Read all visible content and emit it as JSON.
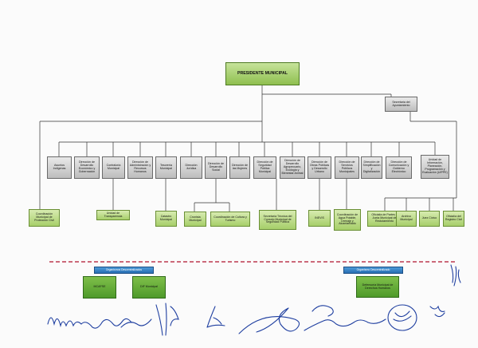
{
  "top": {
    "presidente": "PRESIDENTE MUNICIPAL",
    "secretaria": "Secretaría del Ayuntamiento"
  },
  "dept": [
    "Asuntos Indígenas",
    "Dirección de Desarrollo Económico y Gobernación",
    "Contraloría Municipal",
    "Dirección de Administración y Recursos Humanos",
    "Tesorería Municipal",
    "Dirección Jurídica",
    "Dirección de Desarrollo Social",
    "Dirección de las Mujeres",
    "Dirección de Seguridad Pública Municipal",
    "Dirección de Desarrollo Agropecuario, Ecología y Bienestar Animal",
    "Dirección de Obras Públicas y Desarrollo Urbano",
    "Dirección de Servicios Públicos Municipales",
    "Dirección de Simplificación y Digitalización",
    "Dirección de Comunicación y Gobierno Electrónico",
    "Unidad de Información, Planeación, Programación y Evaluación (UIPPE)"
  ],
  "sub": {
    "proteccion": "Coordinación Municipal de Protección Civil",
    "transparencia": "Unidad de Transparencia",
    "catastro": "Catastro Municipal",
    "cronista": "Cronista Municipal",
    "cultura": "Coordinación de Cultura y Turismo",
    "seguridad": "Secretaría Técnica del Consejo Municipal de Seguridad Pública",
    "inevis": "INEVIS",
    "agua": "Coordinación de Agua Potable, Drenaje y Alcantarillado",
    "oficialia_partes": "Oficialía de Partes y Junta Municipal de Reclutamiento",
    "archivo": "Archivo Municipal",
    "juez": "Juez Cívico",
    "registro": "Oficialía del Registro Civil"
  },
  "org": {
    "header_left": "Organismos Descentralizados",
    "header_right": "Organismo Descentralizado",
    "mcafse": "MCAFSE",
    "dif": "DIF Municipal",
    "derechos": "Defensoría Municipal de Derechos Humanos"
  },
  "colors": {
    "green": "#a7cf6a",
    "grey": "#c8c8c8",
    "blue": "#2a6fb3",
    "dark_green": "#4e9a2a",
    "line": "#333333",
    "dash": "#b0122c",
    "ink": "#1f3fa0"
  }
}
